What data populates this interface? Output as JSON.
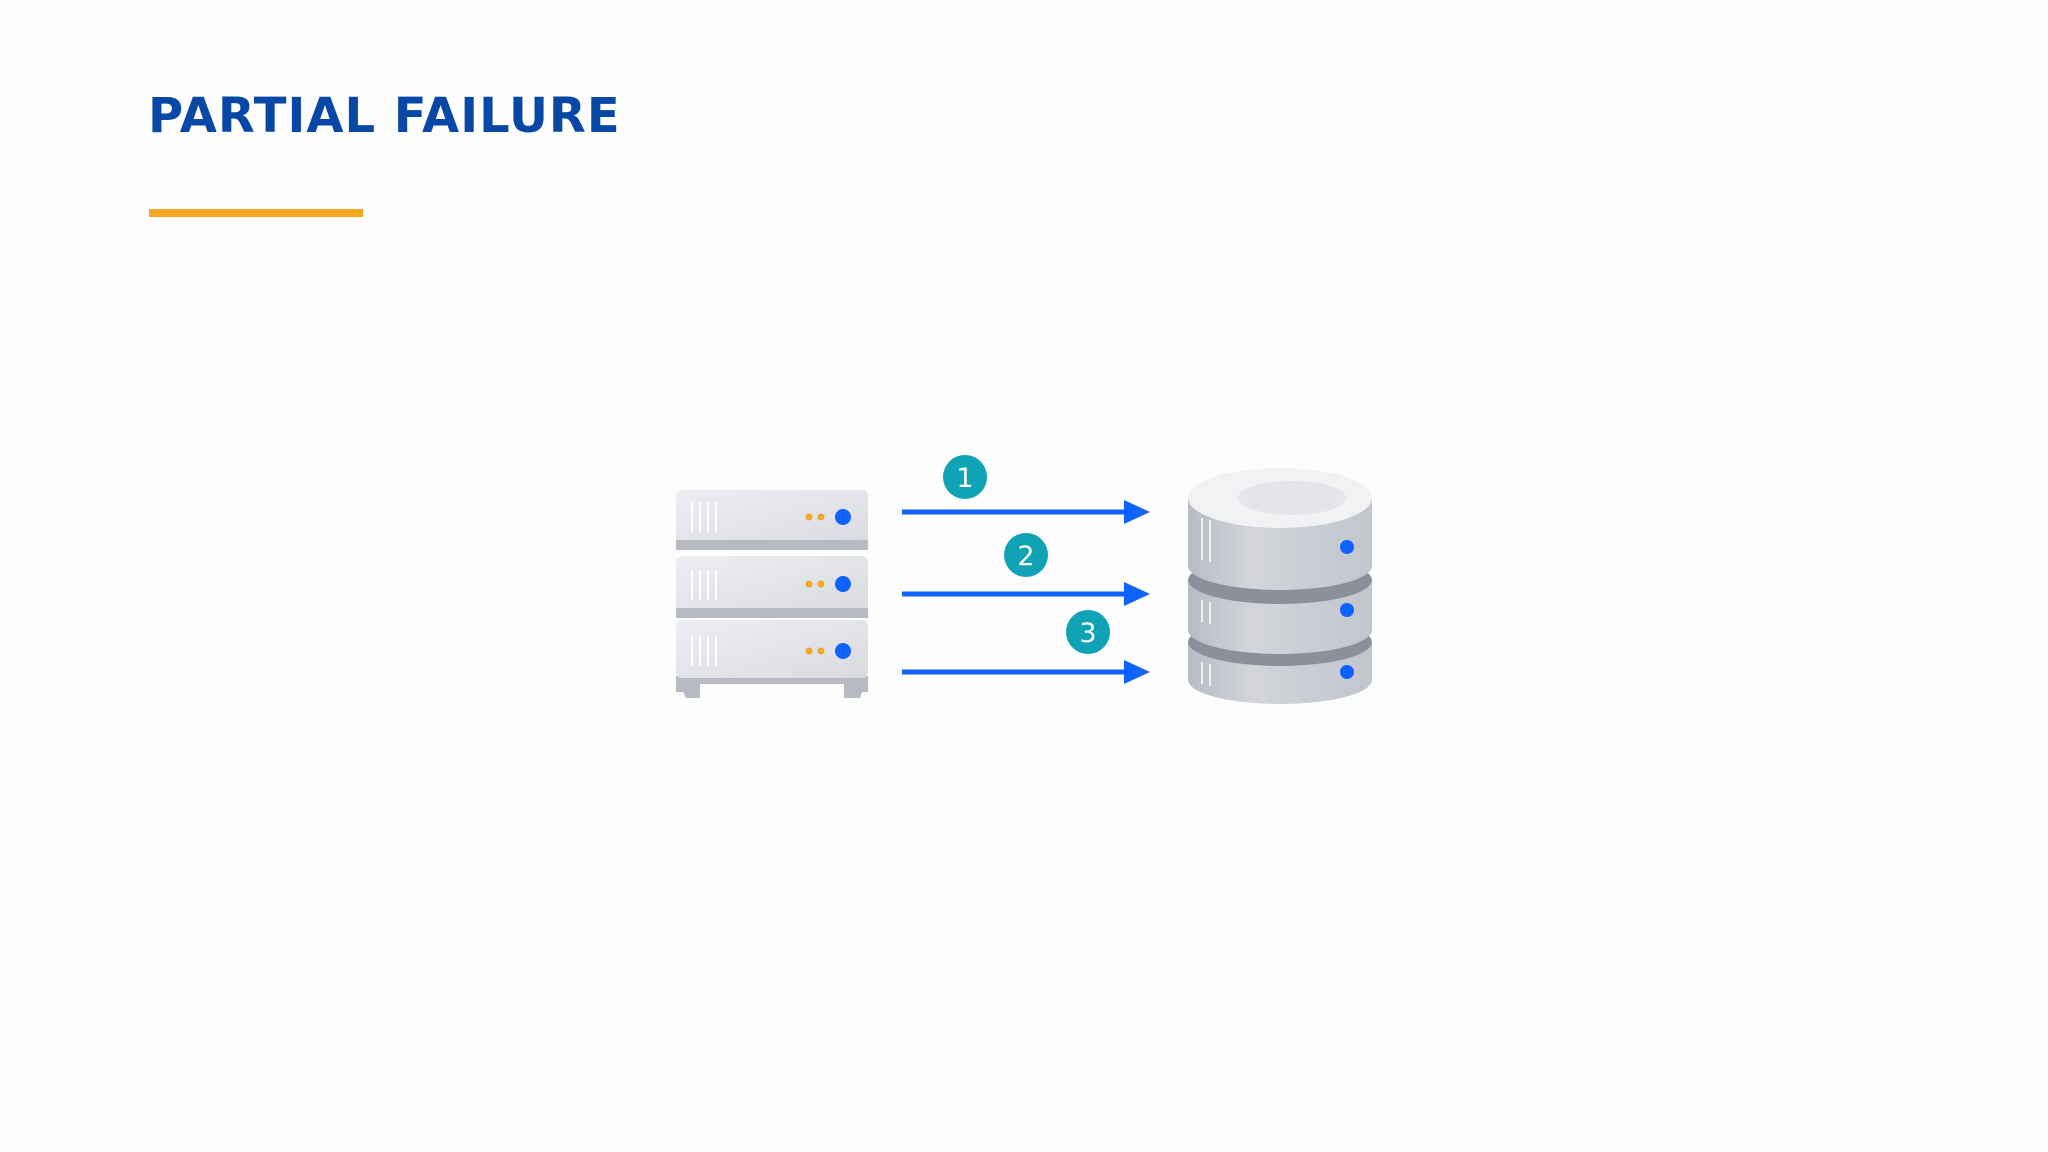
{
  "slide": {
    "title": "PARTIAL FAILURE"
  },
  "diagram": {
    "source": {
      "icon": "server-rack-icon",
      "units": 3
    },
    "target": {
      "icon": "database-icon",
      "tiers": 3
    },
    "steps": [
      {
        "label": "1"
      },
      {
        "label": "2"
      },
      {
        "label": "3"
      }
    ]
  },
  "colors": {
    "title": "#0747a6",
    "accent_bar": "#f5a623",
    "arrow": "#0f62fe",
    "step_badge": "#10a2b5",
    "server_body": "#e3e4e8",
    "server_led_orange": "#f5a623",
    "server_led_blue": "#0f62fe"
  }
}
